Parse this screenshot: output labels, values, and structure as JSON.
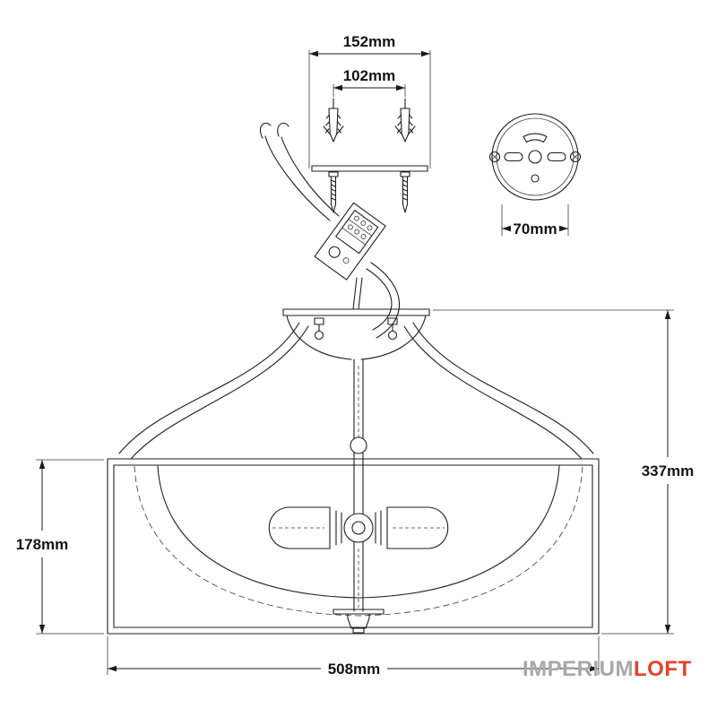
{
  "title": "Ceiling light fixture dimension drawing",
  "dimensions": {
    "bracket_width": "152mm",
    "anchor_spacing": "102mm",
    "plate_diameter": "70mm",
    "fixture_height": "337mm",
    "shade_height": "178mm",
    "shade_diameter": "508mm"
  },
  "watermark": {
    "part1": "IMPERIUM",
    "part2": "LOFT"
  },
  "colors": {
    "line": "#1f1f1f",
    "dimension_text": "#141414",
    "watermark_gray": "#a8a8a8",
    "watermark_accent": "#e8402c",
    "background": "#ffffff"
  }
}
